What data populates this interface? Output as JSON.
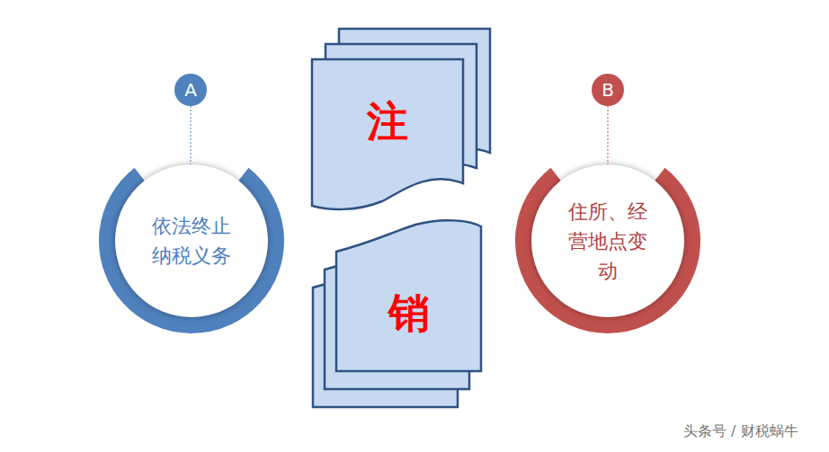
{
  "diagram": {
    "nodes": [
      {
        "text": [
          "A"
        ]
      },
      {
        "text": [
          "依法终止 纳税义务"
        ]
      },
      {
        "text": [
          "注"
        ]
      },
      {
        "text": [
          "销"
        ]
      },
      {
        "text": [
          "B"
        ]
      },
      {
        "text": [
          "住所、经 营地点变 动"
        ]
      }
    ],
    "edges": [
      {
        "from": 0,
        "to": 1,
        "arrow": "none"
      },
      {
        "from": 4,
        "to": 5,
        "arrow": "none"
      }
    ],
    "labels": [
      "头条号 / 财税蜗牛"
    ]
  }
}
